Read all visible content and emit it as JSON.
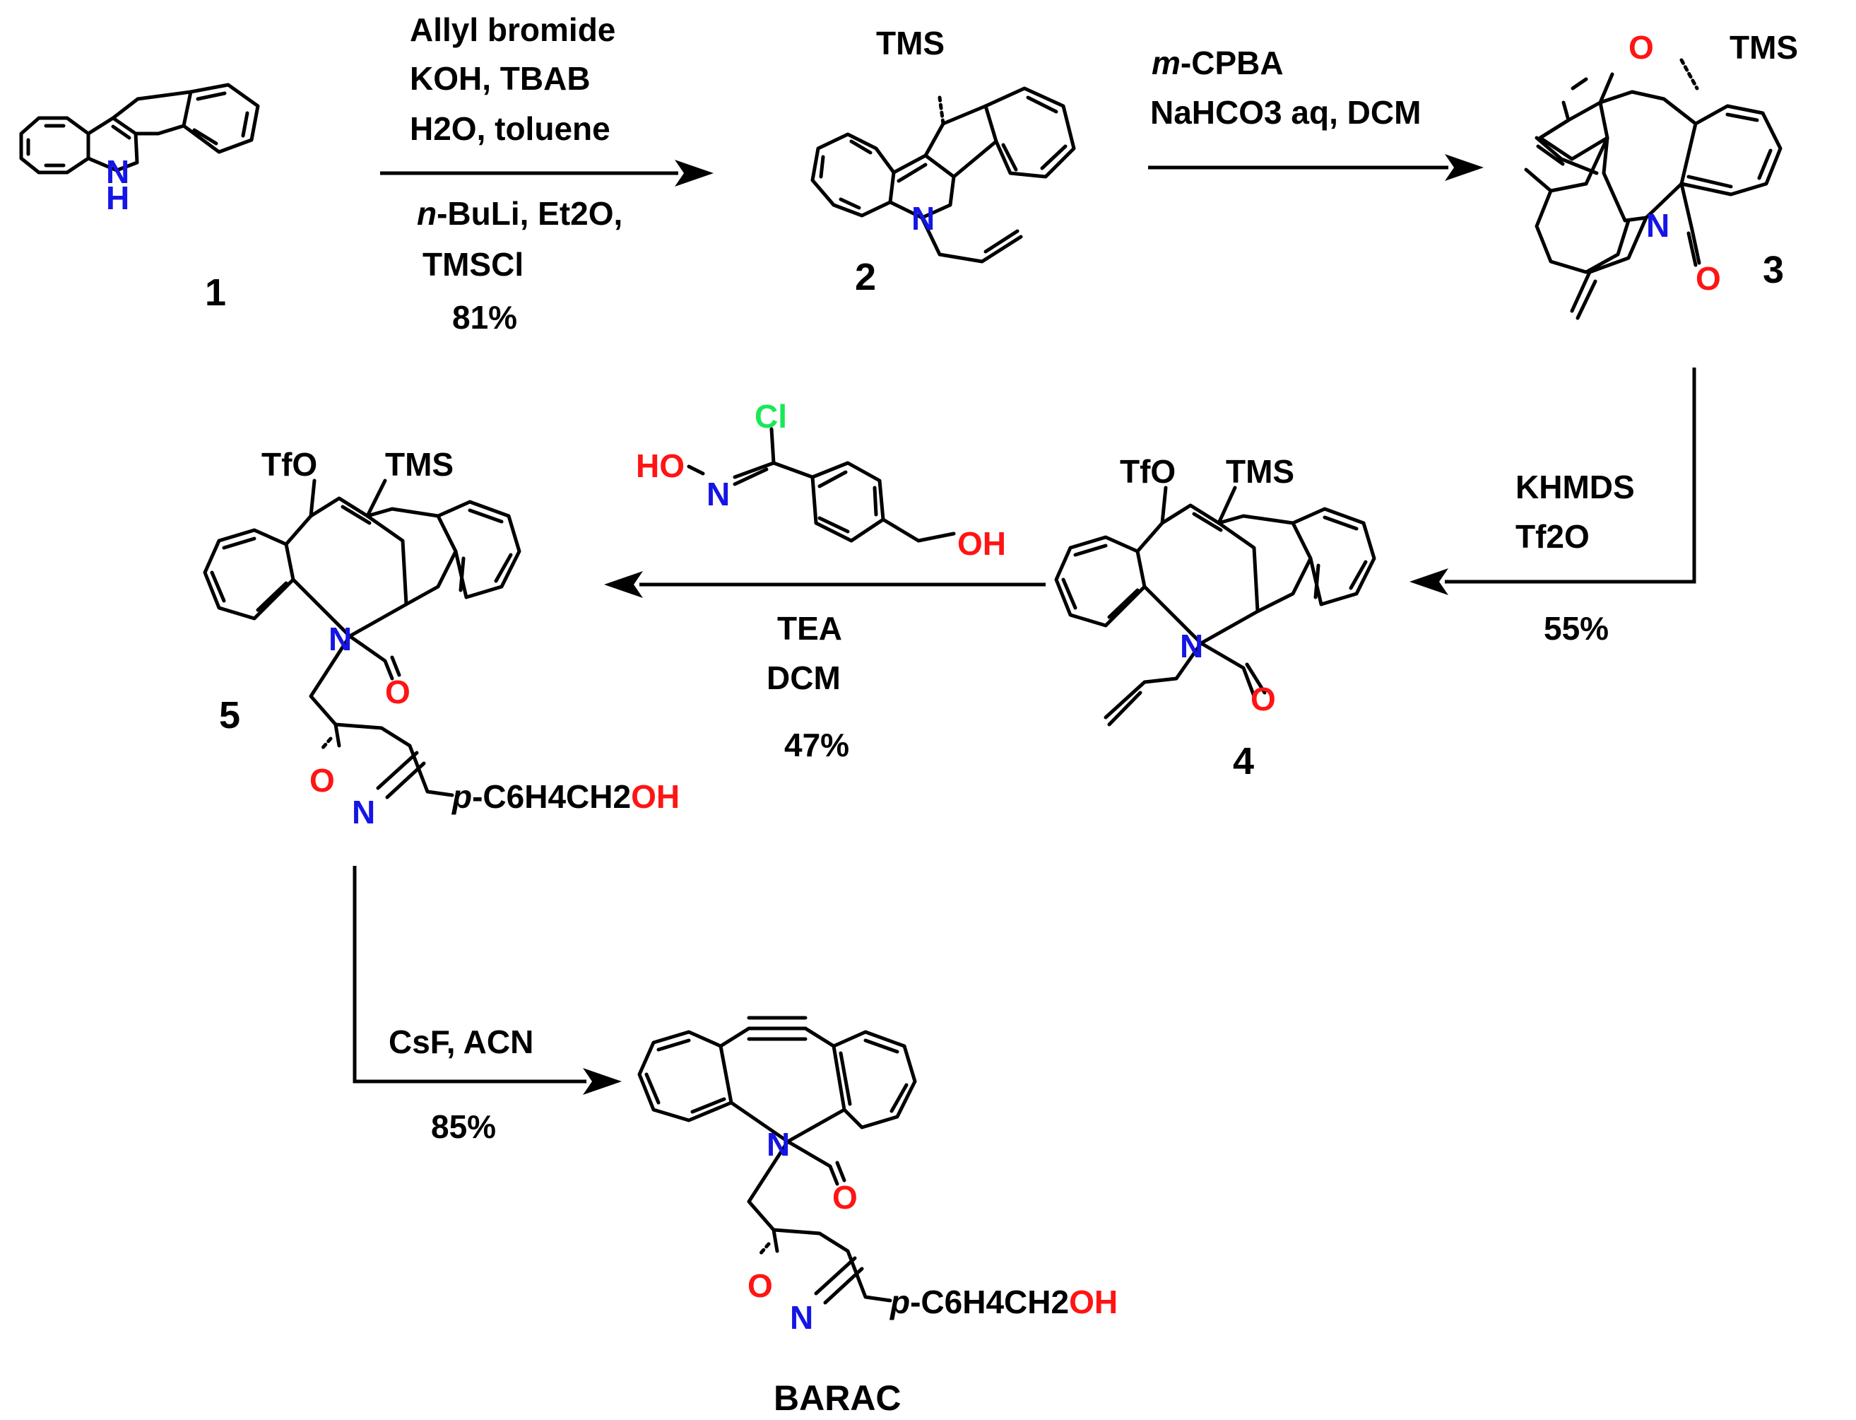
{
  "colors": {
    "nitrogen": "#1515e6",
    "oxygen": "#ff1414",
    "chlorine": "#19e85a",
    "carbon": "#000000"
  },
  "compounds": {
    "c1": {
      "number": "1",
      "nh": "N",
      "nh_h": "H"
    },
    "c2": {
      "number": "2",
      "tms": "TMS",
      "n": "N"
    },
    "c3": {
      "number": "3",
      "tms": "TMS",
      "n": "N",
      "o_ketone": "O",
      "o_amide": "O"
    },
    "c4": {
      "number": "4",
      "tfo": "TfO",
      "tms": "TMS",
      "n": "N",
      "o_amide": "O"
    },
    "c5": {
      "number": "5",
      "tfo": "TfO",
      "tms": "TMS",
      "n": "N",
      "o_amide": "O",
      "ring_o": "O",
      "ring_n": "N",
      "substituent_p": "p",
      "substituent_rest": "-C6H4CH2",
      "substituent_oh": "OH"
    },
    "barac": {
      "label": "BARAC",
      "n": "N",
      "o_amide": "O",
      "ring_o": "O",
      "ring_n": "N",
      "substituent_p": "p",
      "substituent_rest": "-C6H4CH2",
      "substituent_oh": "OH"
    }
  },
  "steps": {
    "step1": {
      "line1": "Allyl bromide",
      "line2": "KOH, TBAB",
      "line3": "H2O, toluene",
      "line4_italic": "n",
      "line4_rest": "-BuLi, Et2O,",
      "line5": "TMSCl",
      "yield": "81%"
    },
    "step2": {
      "line1_italic": "m",
      "line1_rest": "-CPBA",
      "line2": "NaHCO3 aq, DCM"
    },
    "step3": {
      "line1": "KHMDS",
      "line2": "Tf2O",
      "yield": "55%"
    },
    "step4": {
      "reagent_cl": "Cl",
      "reagent_ho": "HO",
      "reagent_n": "N",
      "reagent_oh": "OH",
      "line1": "TEA",
      "line2": "DCM",
      "yield": "47%"
    },
    "step5": {
      "line1": "CsF, ACN",
      "yield": "85%"
    }
  }
}
